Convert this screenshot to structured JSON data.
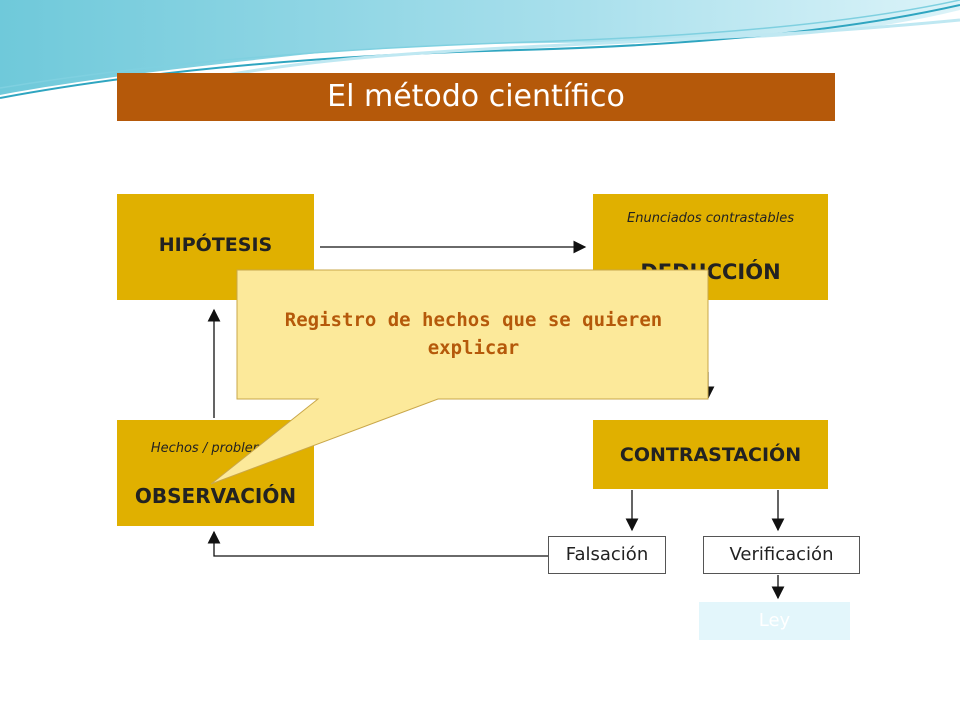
{
  "title": "El método científico",
  "nodes": {
    "hipotesis": {
      "label": "HIPÓTESIS"
    },
    "deduccion": {
      "label": "DEDUCCIÓN",
      "sublabel": "Enunciados contrastables"
    },
    "observacion": {
      "label": "OBSERVACIÓN",
      "sublabel": "Hechos / problemas"
    },
    "contrastacion": {
      "label": "CONTRASTACIÓN"
    },
    "falsacion": {
      "label": "Falsación"
    },
    "verificacion": {
      "label": "Verificación"
    },
    "ley": {
      "label": "Ley"
    }
  },
  "callout": {
    "text": "Registro de hechos que se quieren explicar"
  },
  "colors": {
    "title_bar": "#b5590a",
    "box_fill": "#e0b000",
    "callout_fill": "#fce99a",
    "callout_text": "#b5590a",
    "ley_fill": "#e3f6fb",
    "wave_teal": "#3ab0c8"
  }
}
